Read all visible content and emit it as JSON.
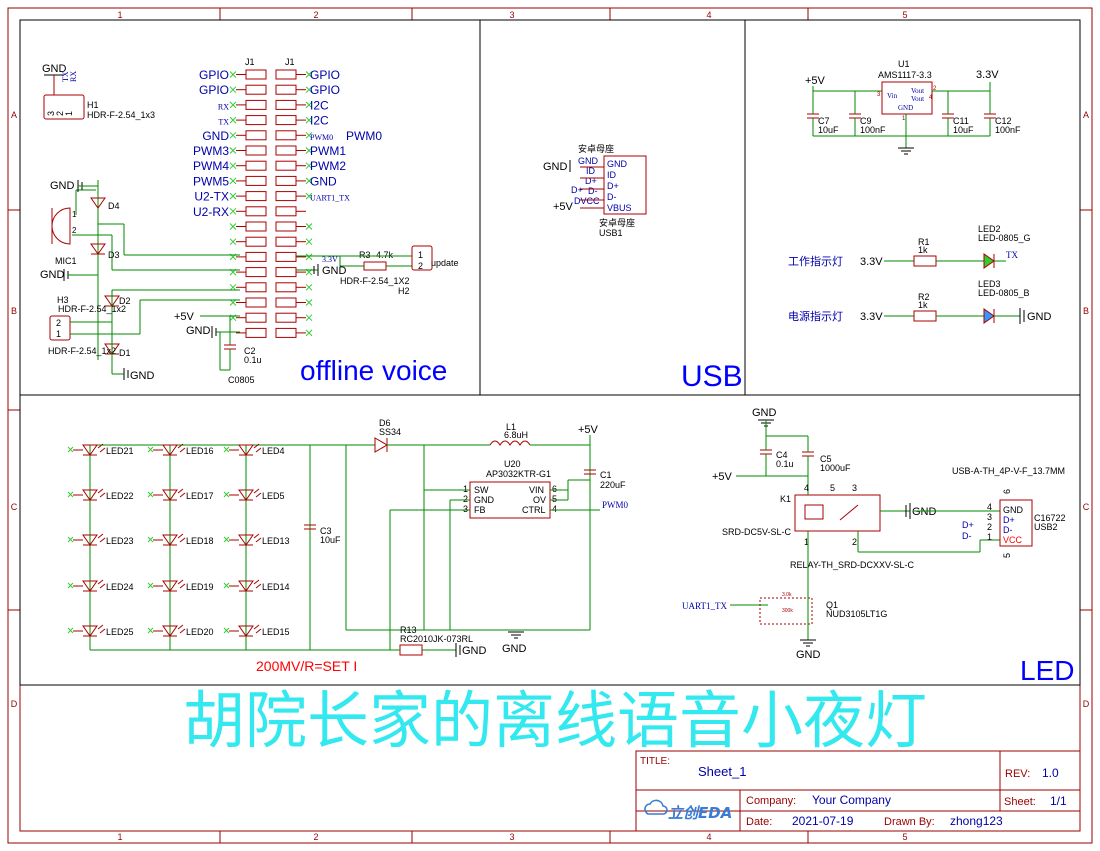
{
  "frame": {
    "col_labels": [
      "1",
      "2",
      "3",
      "4",
      "5"
    ],
    "row_labels": [
      "A",
      "B",
      "C",
      "D"
    ]
  },
  "sections": {
    "offline_voice": "offline voice",
    "usb": "USB",
    "led": "LED"
  },
  "banner": "胡院长家的离线语音小夜灯",
  "title_block": {
    "title_label": "TITLE:",
    "title": "Sheet_1",
    "rev_label": "REV:",
    "rev": "1.0",
    "logo": "立创EDA",
    "company_label": "Company:",
    "company": "Your Company",
    "sheet_label": "Sheet:",
    "sheet": "1/1",
    "date_label": "Date:",
    "date": "2021-07-19",
    "drawn_label": "Drawn By:",
    "drawn": "zhong123"
  },
  "offline": {
    "h1": {
      "ref": "H1",
      "value": "HDR-F-2.54_1x3",
      "gnd": "GND",
      "rx": "RX",
      "tx": "TX",
      "pins": [
        "3",
        "2",
        "1"
      ]
    },
    "j1_left_label": "J1",
    "j1_right_label": "J1",
    "left_nets": [
      "GPIO",
      "GPIO",
      "RX",
      "TX",
      "GND",
      "PWM3",
      "PWM4",
      "PWM5",
      "U2-TX",
      "U2-RX"
    ],
    "right_nets": [
      "GPIO",
      "GPIO",
      "I2C",
      "I2C",
      "PWM0",
      "PWM1",
      "PWM2",
      "GND",
      "UART1_TX"
    ],
    "pwm0_big": "PWM0",
    "d4": "D4",
    "d3": "D3",
    "d2": "D2",
    "d1": "D1",
    "gnd_labels": [
      "GND",
      "GND",
      "GND",
      "GND",
      "GND"
    ],
    "mic": {
      "ref": "MIC1",
      "pin1": "1",
      "pin2": "2"
    },
    "h3": {
      "ref": "H3",
      "value": "HDR-F-2.54_1x2",
      "pin2": "2",
      "pin1": "1",
      "value2": "HDR-F-2.54_1x2"
    },
    "r3": {
      "ref": "R3",
      "value": "4.7k",
      "net": "3.3V"
    },
    "h2": {
      "ref": "H2",
      "value": "HDR-F-2.54_1X2",
      "pin1": "1",
      "pin2": "2",
      "net": "update"
    },
    "vplus": "+5V",
    "c2": {
      "ref": "C2",
      "value": "0.1u",
      "pkg": "C0805"
    },
    "pin_one": "1"
  },
  "usb": {
    "title": "安卓母座",
    "sub": "安卓母座",
    "ref": "USB1",
    "pins_left": [
      "GND",
      "ID",
      "D+",
      "D-",
      "DVCC"
    ],
    "pins_right": [
      "GND",
      "ID",
      "D+",
      "D-",
      "VBUS"
    ],
    "net_gnd": "GND",
    "net_vcc": "+5V",
    "net_dp": "D+",
    "net_dm": "D-"
  },
  "power": {
    "in": "+5V",
    "out": "3.3V",
    "u1": {
      "ref": "U1",
      "value": "AMS1117-3.3",
      "vin": "Vin",
      "vout": "Vout",
      "gnd": "GND",
      "p3": "3",
      "p2": "2",
      "p4": "4",
      "p1": "1"
    },
    "caps": [
      {
        "ref": "C7",
        "value": "10uF"
      },
      {
        "ref": "C9",
        "value": "100nF"
      },
      {
        "ref": "C11",
        "value": "10uF"
      },
      {
        "ref": "C12",
        "value": "100nF"
      }
    ]
  },
  "indicators": [
    {
      "label": "工作指示灯",
      "net": "3.3V",
      "r": "R1",
      "rv": "1k",
      "led": "LED2",
      "pkg": "LED-0805_G",
      "tail": "TX"
    },
    {
      "label": "电源指示灯",
      "net": "3.3V",
      "r": "R2",
      "rv": "1k",
      "led": "LED3",
      "pkg": "LED-0805_B",
      "tail": "GND"
    }
  ],
  "led": {
    "matrix": [
      [
        "LED21",
        "LED16",
        "LED4"
      ],
      [
        "LED22",
        "LED17",
        "LED5"
      ],
      [
        "LED23",
        "LED18",
        "LED13"
      ],
      [
        "LED24",
        "LED19",
        "LED14"
      ],
      [
        "LED25",
        "LED20",
        "LED15"
      ]
    ],
    "d6": {
      "ref": "D6",
      "value": "SS34"
    },
    "l1": {
      "ref": "L1",
      "value": "6.8uH"
    },
    "vplus": "+5V",
    "u20": {
      "ref": "U20",
      "value": "AP3032KTR-G1",
      "left": [
        "SW",
        "GND",
        "FB"
      ],
      "right": [
        "VIN",
        "OV",
        "CTRL"
      ],
      "lnum": [
        "1",
        "2",
        "3"
      ],
      "rnum": [
        "6",
        "5",
        "4"
      ]
    },
    "c1": {
      "ref": "C1",
      "value": "220uF"
    },
    "c3": {
      "ref": "C3",
      "value": "10uF"
    },
    "r13": {
      "ref": "R13",
      "value": "RC2010JK-073RL"
    },
    "gnd": "GND",
    "gnd2": "GND",
    "pwm0": "PWM0",
    "note": "200MV/R=SET I"
  },
  "relay": {
    "gnd": "GND",
    "vplus": "+5V",
    "c4": {
      "ref": "C4",
      "value": "0.1u"
    },
    "c5": {
      "ref": "C5",
      "value": "1000uF"
    },
    "k1": {
      "ref": "K1",
      "value": "SRD-DC5V-SL-C",
      "pkg": "RELAY-TH_SRD-DCXXV-SL-C",
      "p4": "4",
      "p5": "5",
      "p3": "3",
      "p1": "1",
      "p2": "2"
    },
    "gnd_r": "GND",
    "usb2": {
      "value": "USB-A-TH_4P-V-F_13.7MM",
      "ref": "C16722",
      "ref2": "USB2",
      "pins": [
        "GND",
        "D+",
        "D-",
        "VCC"
      ],
      "nums": [
        "4",
        "3",
        "2",
        "1"
      ],
      "p5": "5",
      "p6": "6"
    },
    "dp": "D+",
    "dm": "D-",
    "uart": "UART1_TX",
    "q1": {
      "ref": "Q1",
      "value": "NUD3105LT1G",
      "r1": "3.0k",
      "r2": "300k"
    },
    "gnd_q": "GND"
  },
  "colors": {
    "border": "#990000",
    "wire": "#008800",
    "part": "#aa0000",
    "text": "#000080",
    "blue": "#0000ff",
    "pin": "#aa0000",
    "banner": "#33e8ee"
  }
}
